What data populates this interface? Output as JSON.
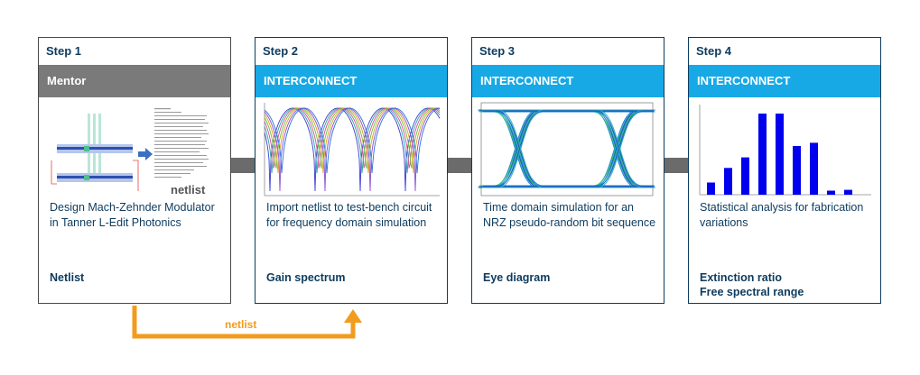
{
  "steps": [
    {
      "step": "Step 1",
      "tool": "Mentor",
      "description": "Design Mach-Zehnder Modulator in Tanner L-Edit Photonics",
      "output": "Netlist",
      "image_label": "netlist"
    },
    {
      "step": "Step 2",
      "tool": "INTERCONNECT",
      "description": "Import netlist to test-bench circuit for frequency domain simulation",
      "output": "Gain spectrum"
    },
    {
      "step": "Step 3",
      "tool": "INTERCONNECT",
      "description": "Time domain simulation for an NRZ pseudo-random bit sequence",
      "output": "Eye diagram"
    },
    {
      "step": "Step 4",
      "tool": "INTERCONNECT",
      "description": "Statistical analysis for fabrication variations",
      "output_lines": [
        "Extinction ratio",
        "Free spectral range"
      ]
    }
  ],
  "flow_arrow": {
    "label": "netlist"
  },
  "colors": {
    "mentor_bar": "#7a7a7a",
    "interconnect_bar": "#17a9e6",
    "border": "#0d3b5e",
    "arrow": "#f29b1d",
    "connector": "#6b6b6b",
    "histogram": "#0000ee"
  },
  "histogram": {
    "values": [
      0.15,
      0.33,
      0.46,
      1.0,
      1.0,
      0.6,
      0.64,
      0.05,
      0.06
    ]
  }
}
